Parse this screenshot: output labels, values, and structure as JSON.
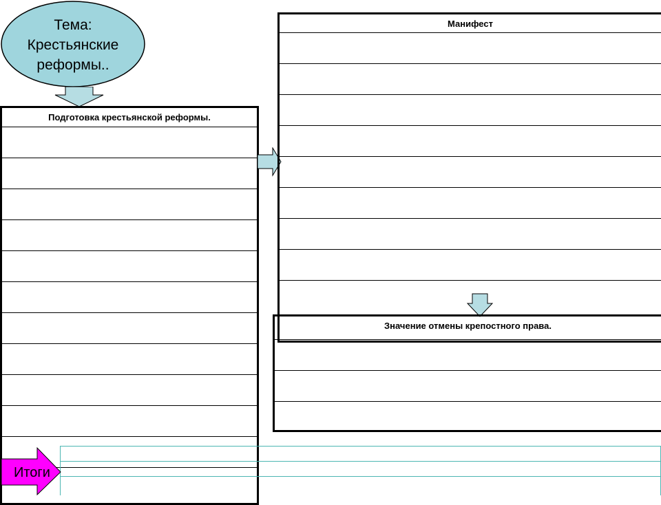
{
  "topic": {
    "label": "Тема:",
    "title_line1": "Крестьянские",
    "title_line2": "реформы.."
  },
  "tables": {
    "preparation": {
      "header": "Подготовка крестьянской реформы."
    },
    "manifest": {
      "header": "Манифест"
    },
    "significance": {
      "header": "Значение отмены крепостного права."
    }
  },
  "results": {
    "label": "Итоги"
  },
  "colors": {
    "ellipse_fill": "#9fd5dd",
    "arrow_fill": "#b6dde3",
    "results_arrow_fill": "#ff00ff",
    "results_grid": "#4bb6b2"
  },
  "icons": {
    "down_arrow_topic": "block-arrow-down",
    "right_arrow": "block-arrow-right",
    "down_arrow_manifest": "block-arrow-down",
    "results_arrow": "block-arrow-right"
  }
}
